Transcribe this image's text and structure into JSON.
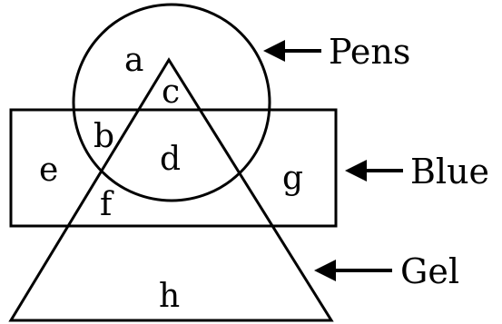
{
  "diagram": {
    "regions": {
      "a": "a",
      "b": "b",
      "c": "c",
      "d": "d",
      "e": "e",
      "f": "f",
      "g": "g",
      "h": "h"
    },
    "legend": {
      "circle": "Pens",
      "rectangle": "Blue",
      "triangle": "Gel"
    },
    "colors": {
      "stroke": "#000000",
      "background": "#ffffff"
    }
  }
}
